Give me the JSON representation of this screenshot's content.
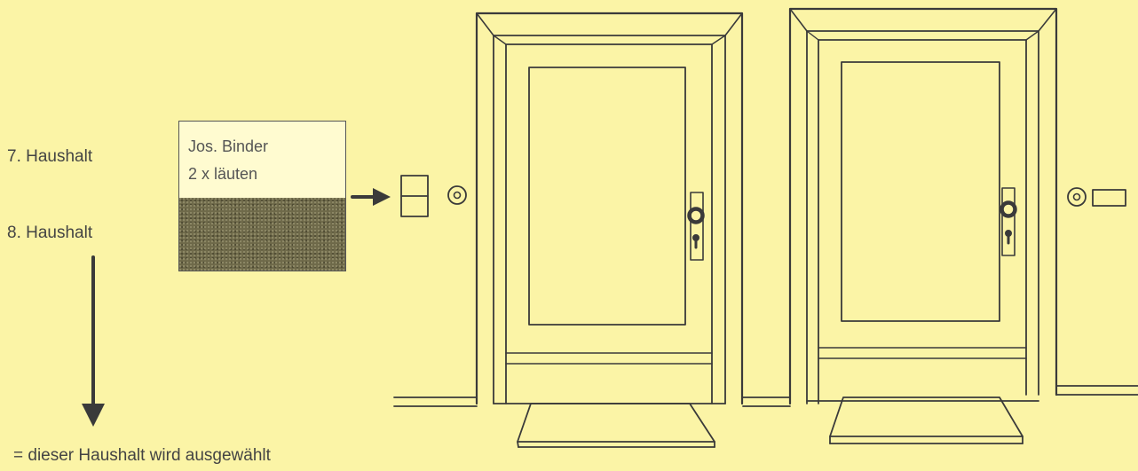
{
  "labels": {
    "household_7": "7. Haushalt",
    "household_8": "8. Haushalt",
    "legend": "= dieser Haushalt wird ausgewählt"
  },
  "nameplate": {
    "line1": "Jos. Binder",
    "line2": "2 x läuten",
    "bottom_state": "obscured"
  },
  "colors": {
    "background": "#fbf4a6",
    "ink": "#3a3a3a",
    "plate_shading": "#6f6a4a"
  },
  "icons": [
    "arrow-right-icon",
    "arrow-down-icon",
    "doorbell-icon",
    "door-handle-icon"
  ]
}
